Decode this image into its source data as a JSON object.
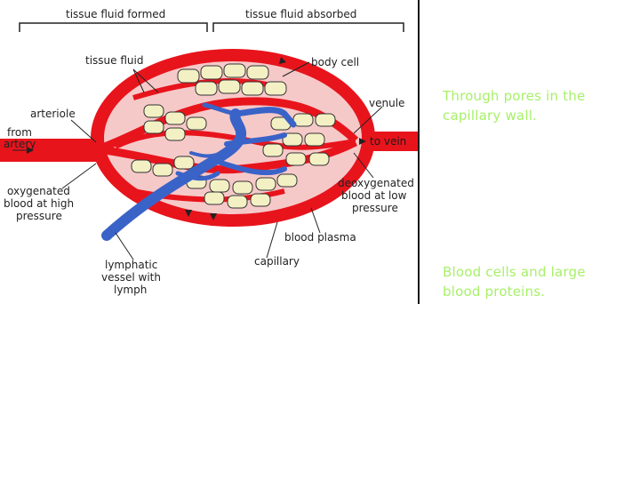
{
  "diagram": {
    "labels": {
      "tissue_fluid_formed": "tissue fluid formed",
      "tissue_fluid_absorbed": "tissue fluid absorbed",
      "tissue_fluid": "tissue fluid",
      "body_cell": "body cell",
      "arteriole": "arteriole",
      "from_artery_1": "from",
      "from_artery_2": "artery",
      "venule": "venule",
      "to_vein": "to vein",
      "oxygenated_1": "oxygenated",
      "oxygenated_2": "blood at high",
      "oxygenated_3": "pressure",
      "deoxygenated_1": "deoxygenated",
      "deoxygenated_2": "blood at low",
      "deoxygenated_3": "pressure",
      "blood_plasma": "blood plasma",
      "capillary": "capillary",
      "lymphatic_1": "lymphatic",
      "lymphatic_2": "vessel with",
      "lymphatic_3": "lymph"
    },
    "colors": {
      "blood": "#e8141c",
      "plasma": "#f6c9c9",
      "cell_fill": "#f3f0c4",
      "lymph": "#3a63c8"
    }
  },
  "answers": {
    "answer_1": "Through pores in the capillary wall.",
    "answer_2": "Blood cells and large blood proteins."
  }
}
